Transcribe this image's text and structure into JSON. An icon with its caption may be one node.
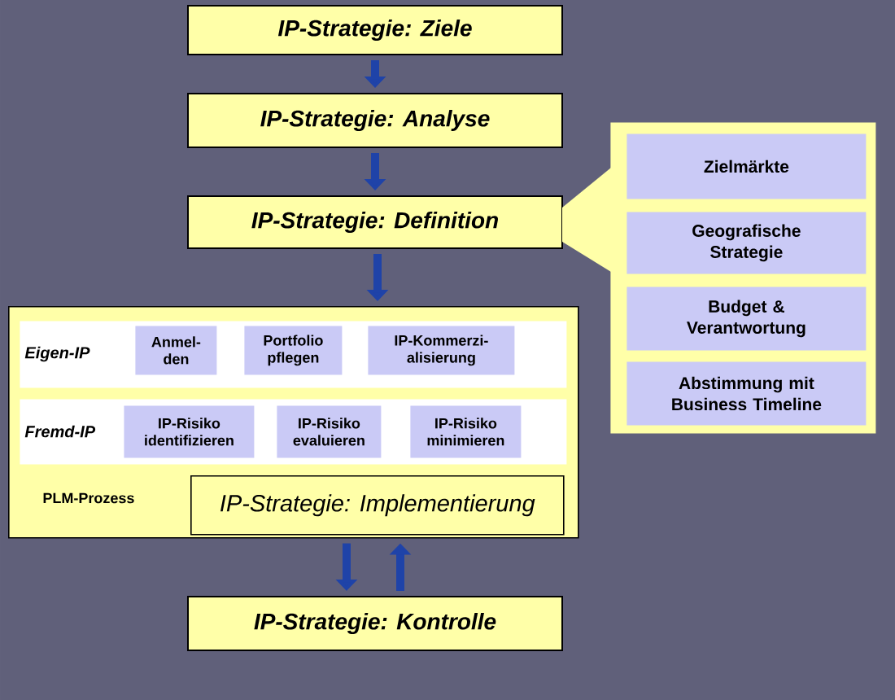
{
  "diagram": {
    "nodes": [
      {
        "text": [
          "IP-Strategie: Ziele"
        ]
      },
      {
        "text": [
          "IP-Strategie: Analyse"
        ]
      },
      {
        "text": [
          "IP-Strategie: Definition"
        ]
      },
      {
        "text": [
          "PLM-Prozess"
        ]
      },
      {
        "text": [
          "Eigen-IP"
        ],
        "in": 3
      },
      {
        "text": [
          "Anmel- den"
        ],
        "in": 4
      },
      {
        "text": [
          "Portfolio pflegen"
        ],
        "in": 4
      },
      {
        "text": [
          "IP-Kommerzi- alisierung"
        ],
        "in": 4
      },
      {
        "text": [
          "Fremd-IP"
        ],
        "in": 3
      },
      {
        "text": [
          "IP-Risiko identifizieren"
        ],
        "in": 8
      },
      {
        "text": [
          "IP-Risiko evaluieren"
        ],
        "in": 8
      },
      {
        "text": [
          "IP-Risiko minimieren"
        ],
        "in": 8
      },
      {
        "text": [
          "IP-Strategie: Implementierung"
        ],
        "in": 3
      },
      {
        "text": [
          "IP-Strategie: Kontrolle"
        ]
      },
      {
        "text": [],
        "shape": "box"
      },
      {
        "text": [
          "Zielmärkte"
        ],
        "in": 14
      },
      {
        "text": [
          "Geografische Strategie"
        ],
        "in": 14
      },
      {
        "text": [
          "Budget & Verantwortung"
        ],
        "in": 14
      },
      {
        "text": [
          "Abstimmung mit Business Timeline"
        ],
        "in": 14
      }
    ],
    "edges": [
      {
        "from": 0,
        "to": 1,
        "arrow": "to"
      },
      {
        "from": 1,
        "to": 2,
        "arrow": "to"
      },
      {
        "from": 2,
        "to": 3,
        "arrow": "to"
      },
      {
        "from": 3,
        "to": 13,
        "arrow": "to"
      },
      {
        "from": 13,
        "to": 3,
        "arrow": "to"
      },
      {
        "from": 14,
        "to": 2,
        "arrow": "none"
      }
    ]
  }
}
